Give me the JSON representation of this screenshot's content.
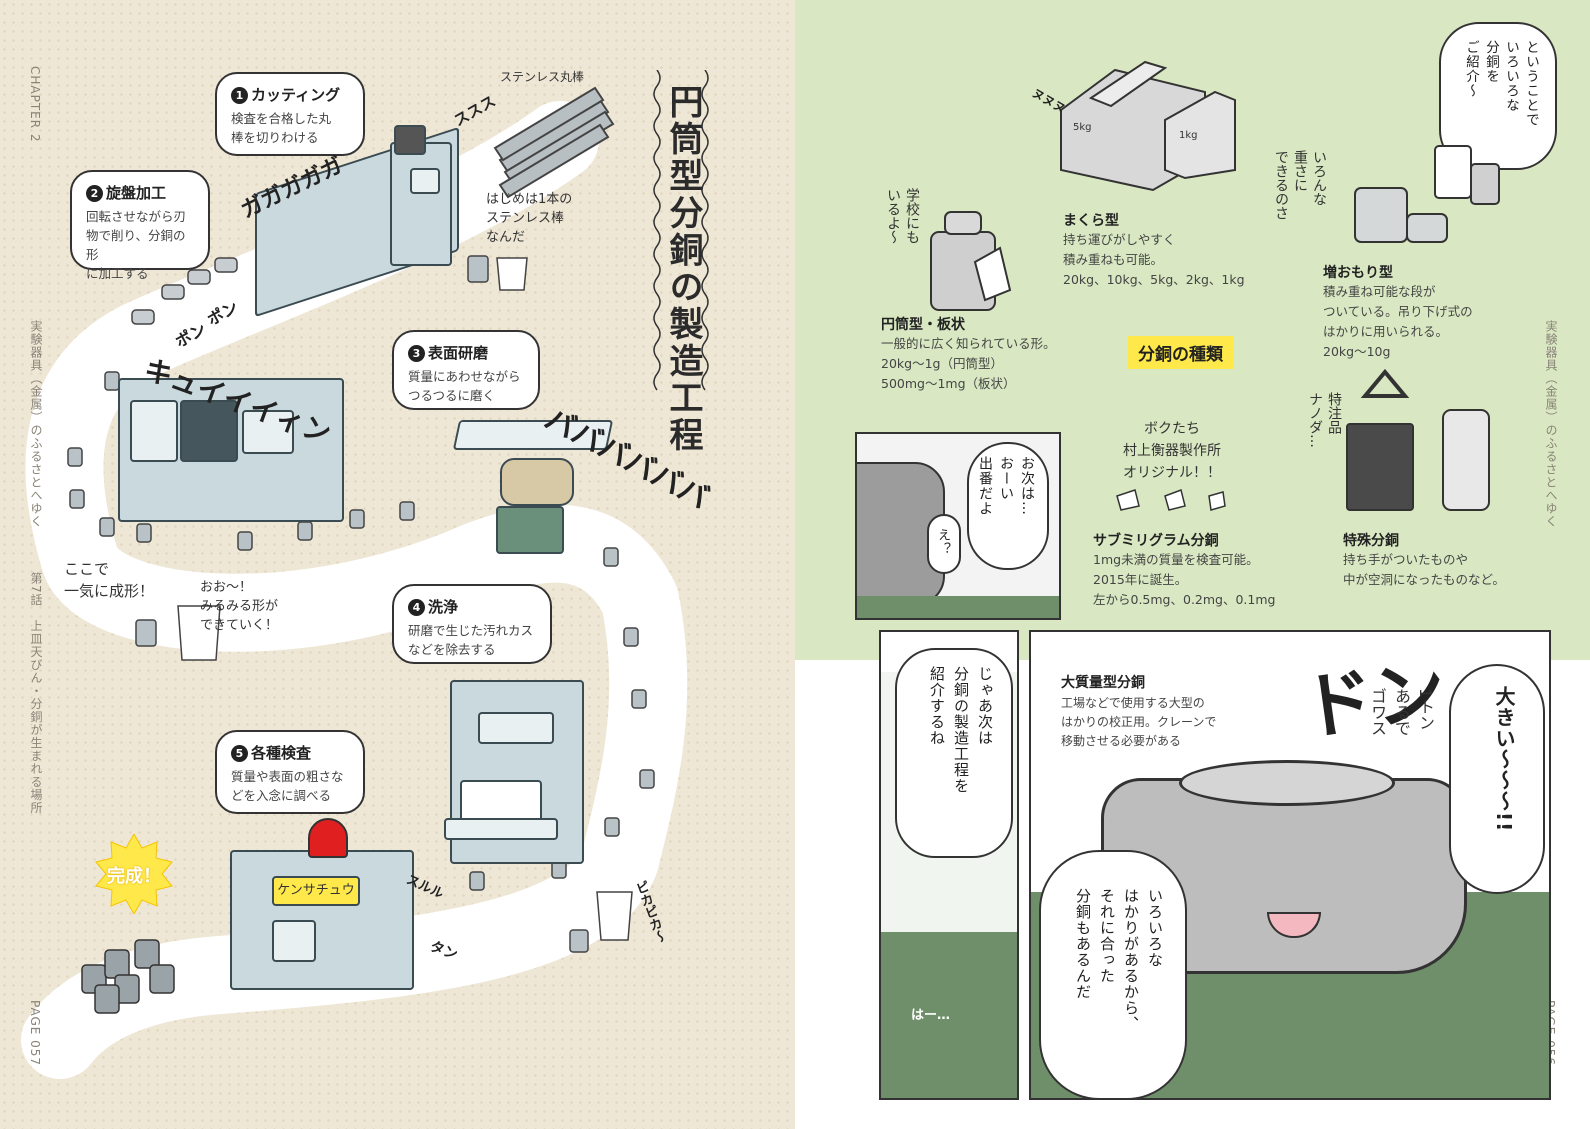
{
  "left": {
    "chapter": "CHAPTER 2",
    "side_running_title": "実験器具（金属）のふるさとへゆく",
    "episode": "第7話　上皿天びん・分銅が生まれる場所",
    "page": "PAGE 057",
    "main_title": "円筒型分銅の製造工程",
    "steps": [
      {
        "num": "1",
        "title": "カッティング",
        "desc": "検査を合格した丸\n棒を切りわける"
      },
      {
        "num": "2",
        "title": "旋盤加工",
        "desc": "回転させながら刃\n物で削り、分銅の形\nに加工する"
      },
      {
        "num": "3",
        "title": "表面研磨",
        "desc": "質量にあわせながら\nつるつるに磨く"
      },
      {
        "num": "4",
        "title": "洗浄",
        "desc": "研磨で生じた汚れカス\nなどを除去する"
      },
      {
        "num": "5",
        "title": "各種検査",
        "desc": "質量や表面の粗さな\nどを入念に調べる"
      }
    ],
    "rod_label": "ステンレス丸棒",
    "rod_note": "はじめは1本の\nステンレス棒\nなんだ",
    "sfx": {
      "gaga": "ガガガガガ",
      "suss": "ススス",
      "pon1": "ポン",
      "pon2": "ポン",
      "kyuin": "キュイイイィン",
      "bababa": "ババババババ",
      "sururu": "スルル",
      "tan": "タン",
      "pikapika": "ピカピカ〜"
    },
    "form_note1": "ここで\n一気に成形！",
    "form_note2": "おお〜！\nみるみる形が\nできていく！",
    "inspector_label": "ケンサチュウ",
    "done": "完成！"
  },
  "right": {
    "side_running_title": "実験器具（金属）のふるさとへゆく",
    "page": "PAGE 056",
    "heading": "分銅の種類",
    "intro_bubble": "ということで\nいろいろな\n分銅を\nご紹介〜",
    "school_note": "学校にも\nいるよ〜",
    "variety_note": "いろんな\n重さに\nできるのさ",
    "special_note": "特注品\nナノダ…",
    "original_note": "ボクたち\n村上衡器製作所\nオリジナル！！",
    "zz": "ヌヌヌ",
    "types": [
      {
        "title": "円筒型・板状",
        "desc": "一般的に広く知られている形。\n20kg〜1g（円筒型）\n500mg〜1mg（板状）"
      },
      {
        "title": "まくら型",
        "desc": "持ち運びがしやすく\n積み重ねも可能。\n20kg、10kg、5kg、2kg、1kg"
      },
      {
        "title": "増おもり型",
        "desc": "積み重ね可能な段が\nついている。吊り下げ式の\nはかりに用いられる。\n20kg〜10g"
      },
      {
        "title": "サブミリグラム分銅",
        "desc": "1mg未満の質量を検査可能。\n2015年に誕生。\n左から0.5mg、0.2mg、0.1mg"
      },
      {
        "title": "特殊分銅",
        "desc": "持ち手がついたものや\n中が空洞になったものなど。"
      }
    ],
    "weight_label": "5kg",
    "weight_label_small": "1kg",
    "panel1_bubble": "お次は…\nおーい\n出番だよ",
    "panel1_reply": "え？",
    "panel2_bubble": "じゃあ次は\n分銅の製造工程を\n紹介するね",
    "large_title": "大質量型分銅",
    "large_desc": "工場などで使用する大型の\nはかりの校正用。クレーンで\n移動させる必要がある",
    "don": "ドン",
    "one_ton": "1トン\nあるで\nゴワス",
    "big": "大きい〜〜〜!!",
    "explain_bubble": "いろいろな\nはかりがあるから、\nそれに合った\n分銅もあるんだ",
    "haa": "はー…"
  },
  "colors": {
    "left_bg": "#efe7d6",
    "right_top_bg": "#d9e8c2",
    "road": "#ffffff",
    "machine": "#c9d9de",
    "lamp_red": "#e02020",
    "highlight_yellow": "#ffe94a",
    "floor_green": "#6f8f6a"
  }
}
